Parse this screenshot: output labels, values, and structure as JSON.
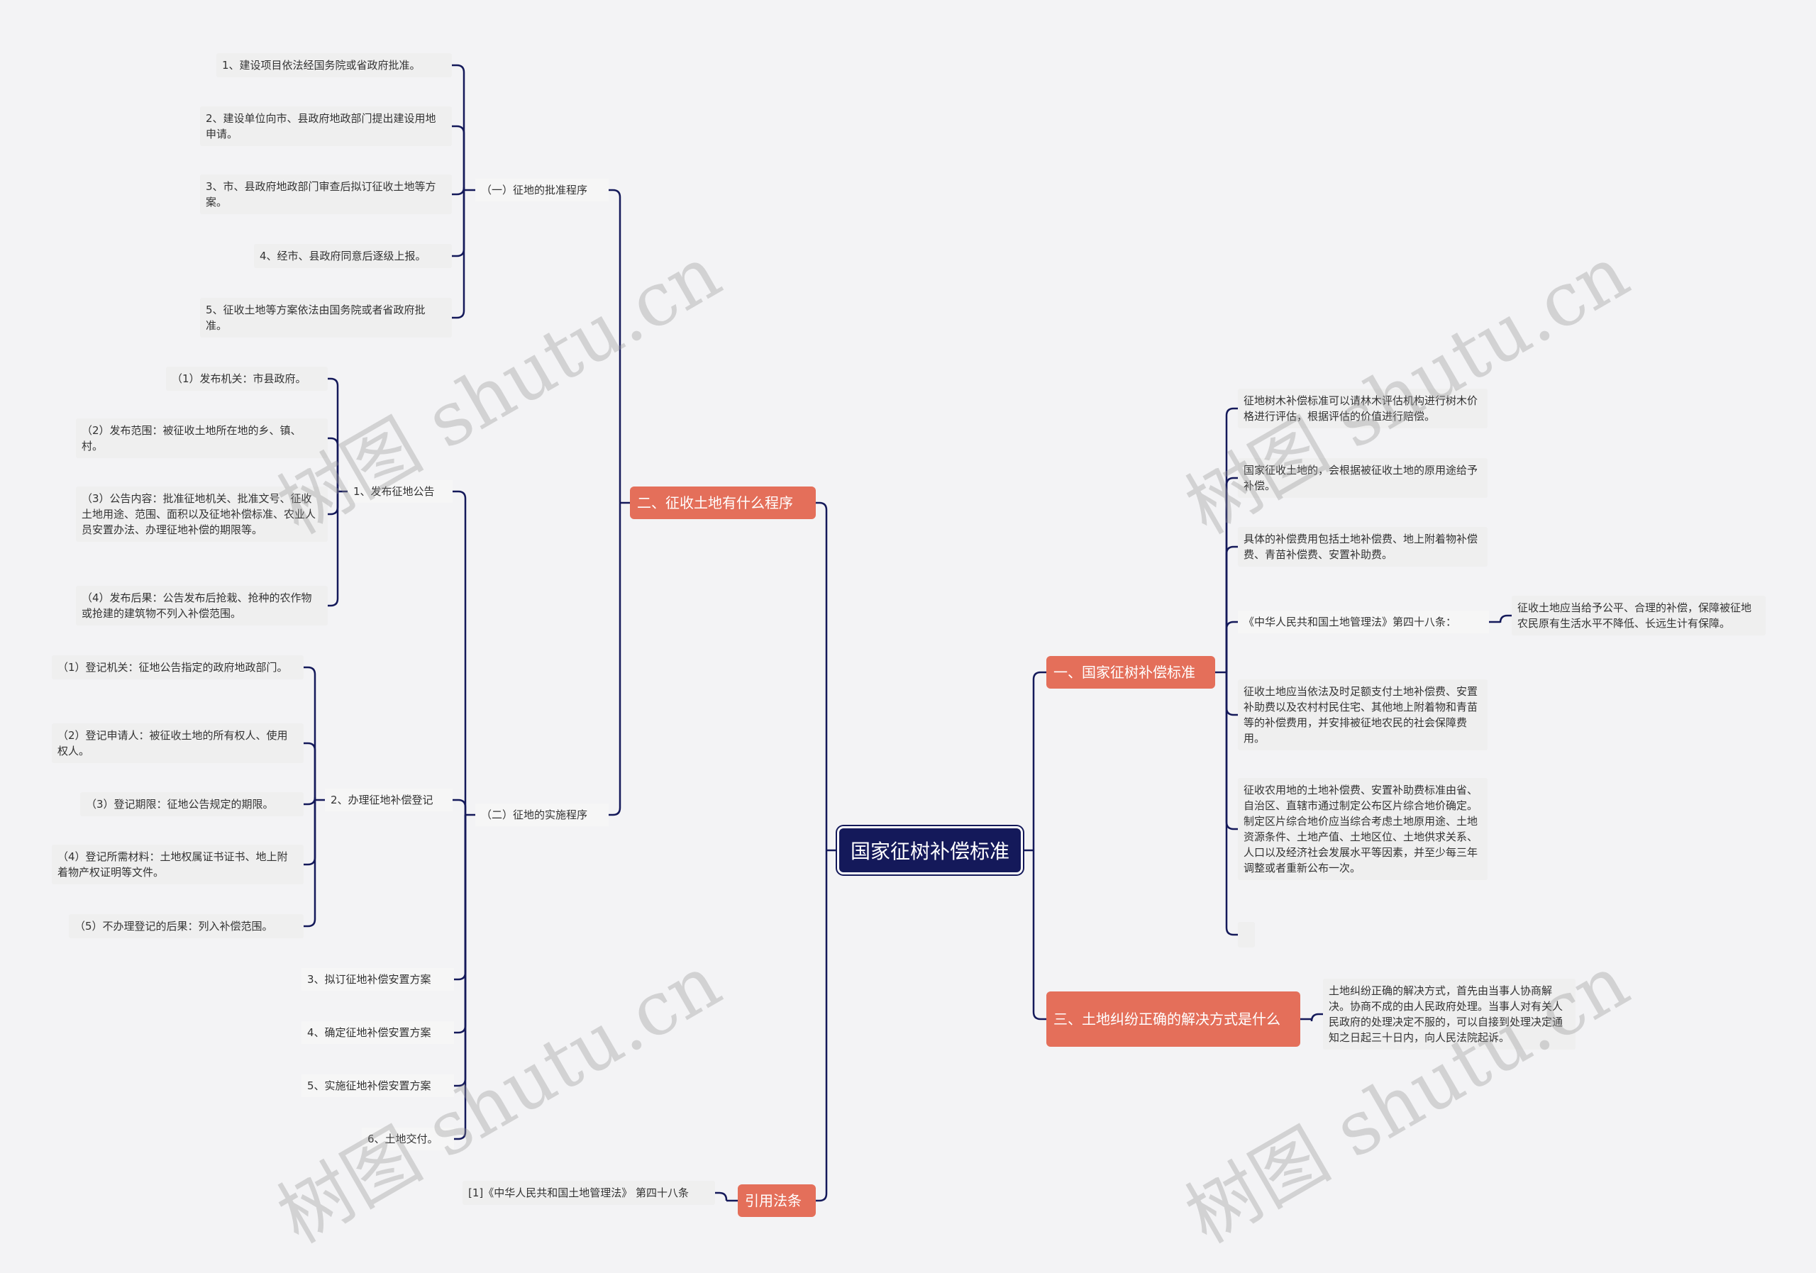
{
  "root": "国家征树补偿标准",
  "branches": {
    "b1": "一、国家征树补偿标准",
    "b2": "二、征收土地有什么程序",
    "b3": "三、土地纠纷正确的解决方式是什么",
    "b4": "引用法条"
  },
  "b1": {
    "items": [
      "征地树木补偿标准可以请林木评估机构进行树木价格进行评估，根据评估的价值进行赔偿。",
      "国家征收土地的，会根据被征收土地的原用途给予补偿。",
      "具体的补偿费用包括土地补偿费、地上附着物补偿费、青苗补偿费、安置补助费。",
      "《中华人民共和国土地管理法》第四十八条：",
      "征收土地应当依法及时足额支付土地补偿费、安置补助费以及农村村民住宅、其他地上附着物和青苗等的补偿费用，并安排被征地农民的社会保障费用。",
      "征收农用地的土地补偿费、安置补助费标准由省、自治区、直辖市通过制定公布区片综合地价确定。制定区片综合地价应当综合考虑土地原用途、土地资源条件、土地产值、土地区位、土地供求关系、人口以及经济社会发展水平等因素，并至少每三年调整或者重新公布一次。",
      ""
    ],
    "law48_detail": "征收土地应当给予公平、合理的补偿，保障被征地农民原有生活水平不降低、长远生计有保障。"
  },
  "b2": {
    "approval": {
      "label": "（一）征地的批准程序",
      "items": [
        "1、建设项目依法经国务院或省政府批准。",
        "2、建设单位向市、县政府地政部门提出建设用地申请。",
        "3、市、县政府地政部门审查后拟订征收土地等方案。",
        "4、经市、县政府同意后逐级上报。",
        "5、征收土地等方案依法由国务院或者省政府批准。"
      ]
    },
    "implement": {
      "label": "（二）征地的实施程序",
      "announce": {
        "label": "1、发布征地公告",
        "items": [
          "（1）发布机关：市县政府。",
          "（2）发布范围：被征收土地所在地的乡、镇、村。",
          "（3）公告内容：批准征地机关、批准文号、征收土地用途、范围、面积以及征地补偿标准、农业人员安置办法、办理征地补偿的期限等。",
          "（4）发布后果：公告发布后抢栽、抢种的农作物或抢建的建筑物不列入补偿范围。"
        ]
      },
      "register": {
        "label": "2、办理征地补偿登记",
        "items": [
          "（1）登记机关：征地公告指定的政府地政部门。",
          "（2）登记申请人：被征收土地的所有权人、使用权人。",
          "（3）登记期限：征地公告规定的期限。",
          "（4）登记所需材料：土地权属证书证书、地上附着物产权证明等文件。",
          "（5）不办理登记的后果：列入补偿范围。"
        ]
      },
      "steps": [
        "3、拟订征地补偿安置方案",
        "4、确定征地补偿安置方案",
        "5、实施征地补偿安置方案",
        "6、土地交付。"
      ]
    }
  },
  "b3": {
    "detail": "土地纠纷正确的解决方式，首先由当事人协商解决。协商不成的由人民政府处理。当事人对有关人民政府的处理决定不服的，可以自接到处理决定通知之日起三十日内，向人民法院起诉。"
  },
  "b4": {
    "detail": "[1]《中华人民共和国土地管理法》 第四十八条"
  },
  "watermark": "树图 shutu.cn",
  "colors": {
    "root": "#14195a",
    "branch": "#e46f5a",
    "line": "#14195a",
    "background": "#f3f3f5"
  }
}
